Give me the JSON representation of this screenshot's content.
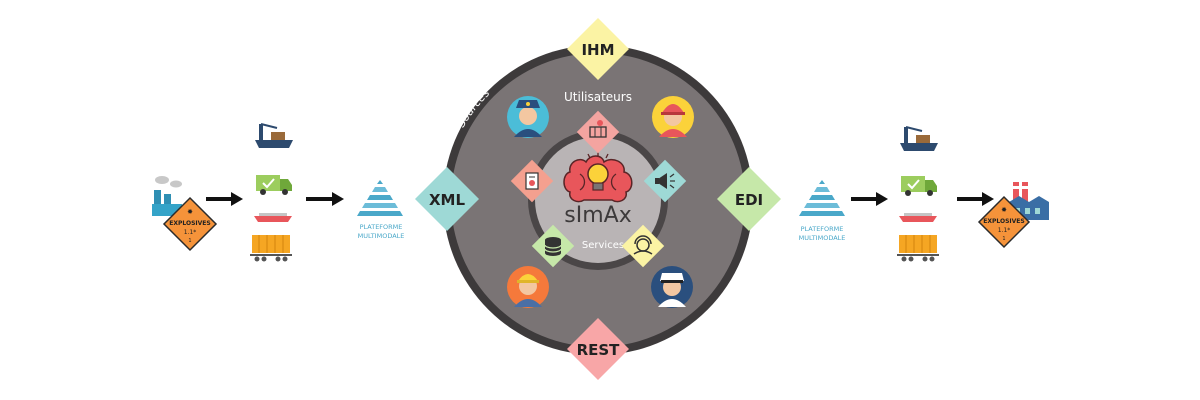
{
  "diagram": {
    "center_title": "sImAx",
    "ring_labels": {
      "users": "Utilisateurs",
      "services": "Services",
      "sources": "Sources"
    },
    "interfaces": {
      "top": "IHM",
      "left": "XML",
      "right": "EDI",
      "bottom": "REST"
    },
    "platform_left": [
      "PLATEFORME",
      "MULTIMODALE"
    ],
    "platform_right": [
      "PLATEFORME",
      "MULTIMODALE"
    ],
    "hazmat_label_left": [
      "EXPLOSIVES",
      "1.1*",
      "1"
    ],
    "hazmat_label_right": [
      "EXPLOSIVES",
      "1.1*",
      "1"
    ]
  },
  "icons": {
    "factory": "factory-icon",
    "ship": "cargo-ship-icon",
    "truck": "truck-icon",
    "barge": "barge-icon",
    "railcar": "container-railcar-icon",
    "pyramid": "pyramid-icon",
    "police": "police-officer-icon",
    "firefighter": "firefighter-icon",
    "worker": "worker-icon",
    "captain": "captain-icon",
    "map": "map-icon",
    "document": "document-icon",
    "megaphone": "megaphone-icon",
    "database": "database-icon",
    "headset": "headset-icon",
    "brain": "brain-bulb-icon"
  },
  "colors": {
    "outer_ring": "#3d3a3b",
    "inner_disc": "#7a7475",
    "center_disc": "#b9b4b5",
    "ihm": "#fbf3a4",
    "xml": "#9ed9d6",
    "edi": "#c6e8a9",
    "rest": "#f8a6a7",
    "accent": "#e8565b",
    "pyramid": "#4aa8c9"
  }
}
